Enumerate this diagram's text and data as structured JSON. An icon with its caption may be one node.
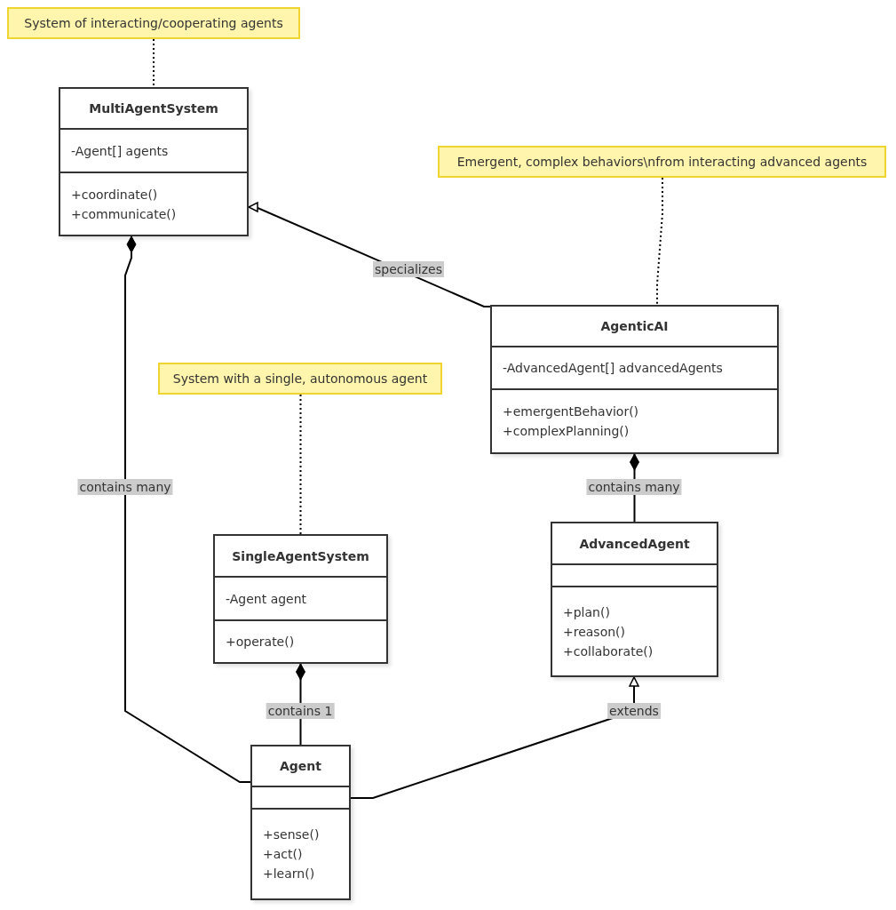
{
  "diagram": {
    "nodes": [
      {
        "text": [
          "System of interacting/cooperating agents"
        ]
      },
      {
        "text": [
          "MultiAgentSystem"
        ]
      },
      {
        "text": [
          "-Agent[] agents"
        ],
        "in": 1
      },
      {
        "text": [
          "+coordinate()",
          "+communicate()"
        ],
        "in": 1
      },
      {
        "text": [
          "Emergent, complex behaviors\\nfrom interacting advanced agents"
        ]
      },
      {
        "text": [
          "AgenticAI"
        ]
      },
      {
        "text": [
          "-AdvancedAgent[] advancedAgents"
        ],
        "in": 5
      },
      {
        "text": [
          "+emergentBehavior()",
          "+complexPlanning()"
        ],
        "in": 5
      },
      {
        "text": [
          "System with a single, autonomous agent"
        ]
      },
      {
        "text": [
          "SingleAgentSystem"
        ]
      },
      {
        "text": [
          "-Agent agent"
        ],
        "in": 9
      },
      {
        "text": [
          "+operate()"
        ],
        "in": 9
      },
      {
        "text": [
          "AdvancedAgent"
        ]
      },
      {
        "text": [],
        "shape": "box",
        "in": 12
      },
      {
        "text": [
          "+plan()",
          "+reason()",
          "+collaborate()"
        ],
        "in": 12
      },
      {
        "text": [
          "Agent"
        ]
      },
      {
        "text": [],
        "shape": "box",
        "in": 15
      },
      {
        "text": [
          "+sense()",
          "+act()",
          "+learn()"
        ],
        "in": 15
      }
    ],
    "edges": [
      {
        "from": 0,
        "to": 1,
        "arrow": "none",
        "style": "dashed"
      },
      {
        "from": 5,
        "to": 1,
        "arrow": "to",
        "label": "specializes"
      },
      {
        "from": 4,
        "to": 5,
        "arrow": "none",
        "style": "dashed"
      },
      {
        "from": 1,
        "to": 15,
        "arrow": "other",
        "label": "contains many"
      },
      {
        "from": 8,
        "to": 9,
        "arrow": "none",
        "style": "dashed"
      },
      {
        "from": 9,
        "to": 15,
        "arrow": "other",
        "label": "contains 1"
      },
      {
        "from": 5,
        "to": 12,
        "arrow": "other",
        "label": "contains many"
      },
      {
        "from": 15,
        "to": 12,
        "arrow": "to",
        "label": "extends"
      }
    ]
  }
}
